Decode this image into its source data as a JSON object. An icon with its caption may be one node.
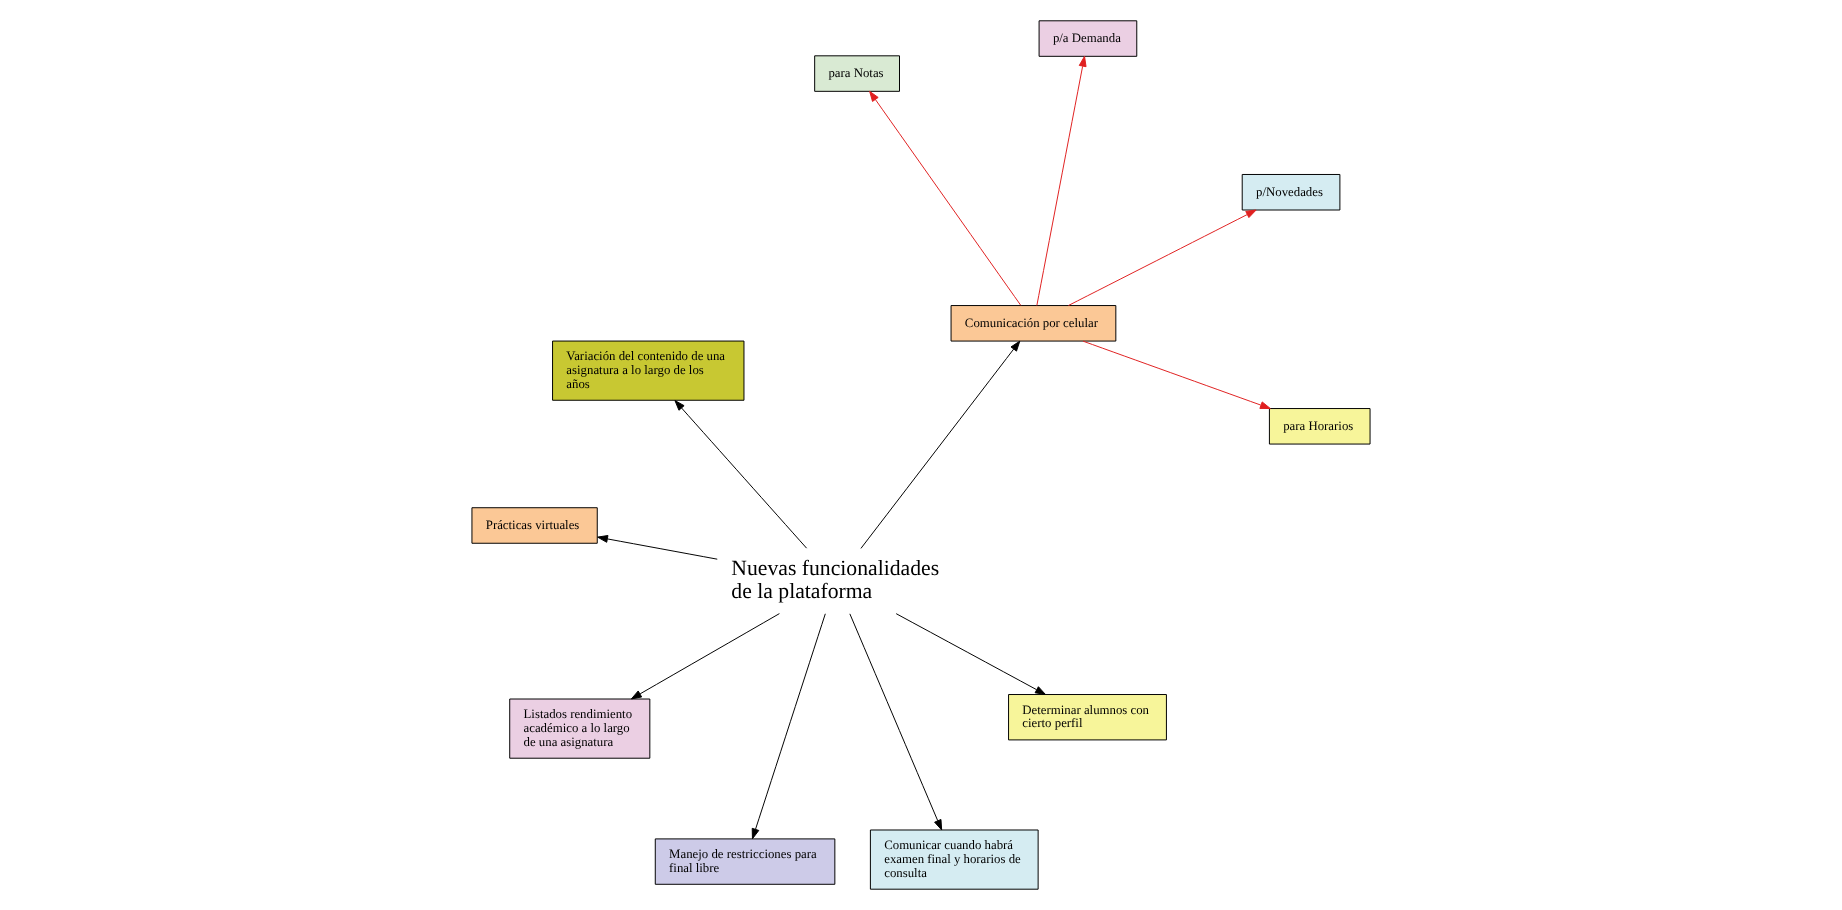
{
  "diagram": {
    "nodes": [
      {
        "text": [
          "para Notas"
        ]
      },
      {
        "text": [
          "p/Novedades"
        ]
      },
      {
        "text": [
          "para Horarios"
        ]
      },
      {
        "text": [
          "p/a Demanda"
        ]
      },
      {
        "text": [
          "Comunicación por celular"
        ]
      },
      {
        "text": [
          "Variación del contenido de una asignatura a lo largo de los años"
        ]
      },
      {
        "text": [
          "Manejo de restricciones para final libre"
        ]
      },
      {
        "text": [
          "Nuevas funcionalidades de la plataforma"
        ]
      },
      {
        "text": [
          "Listados rendimiento académico a lo largo de una asignatura"
        ]
      },
      {
        "text": [
          "Determinar alumnos con cierto perfil"
        ]
      },
      {
        "text": [
          "Comunicar cuando habrá examen final y horarios de consulta"
        ]
      },
      {
        "text": [
          "Prácticas virtuales"
        ]
      }
    ],
    "edges": [
      {
        "from": 4,
        "to": 0,
        "arrow": "to",
        "color": "#e02020"
      },
      {
        "from": 4,
        "to": 1,
        "arrow": "to",
        "color": "#e02020"
      },
      {
        "from": 4,
        "to": 2,
        "arrow": "to",
        "color": "#e02020"
      },
      {
        "from": 4,
        "to": 3,
        "arrow": "to",
        "color": "#e02020"
      },
      {
        "from": 7,
        "to": 4,
        "arrow": "to"
      },
      {
        "from": 7,
        "to": 5,
        "arrow": "to"
      },
      {
        "from": 7,
        "to": 6,
        "arrow": "to"
      },
      {
        "from": 7,
        "to": 8,
        "arrow": "to"
      },
      {
        "from": 7,
        "to": 9,
        "arrow": "to"
      },
      {
        "from": 7,
        "to": 10,
        "arrow": "to"
      },
      {
        "from": 7,
        "to": 11,
        "arrow": "to"
      }
    ]
  }
}
